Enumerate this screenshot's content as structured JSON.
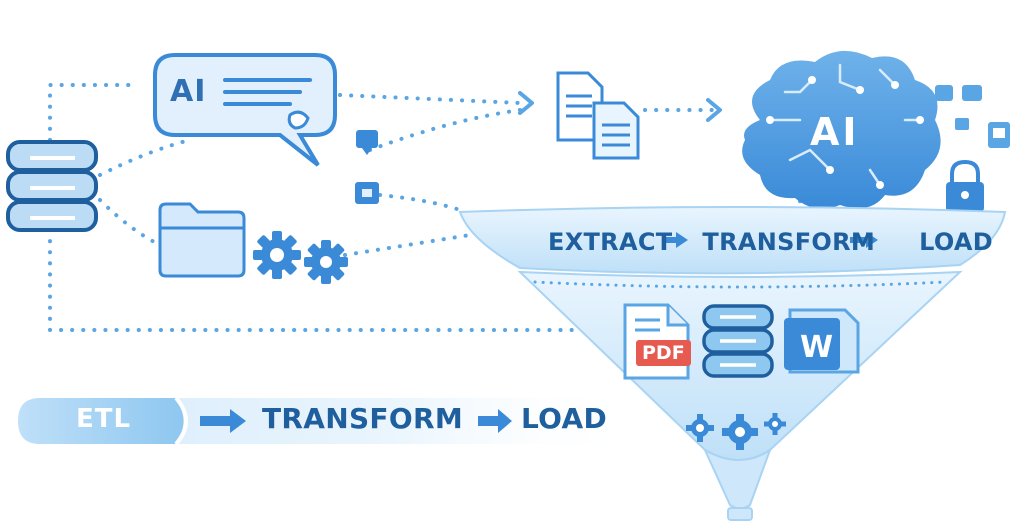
{
  "colors": {
    "primary": "#3a8ad8",
    "dark": "#1f5f9e",
    "light": "#d8ecfb",
    "pdf_red": "#e65a50"
  },
  "icons": [
    "database-icon",
    "speech-bubble-icon",
    "document-icon",
    "brain-icon",
    "folder-icon",
    "gear-icon",
    "lock-icon",
    "funnel-icon",
    "pdf-file-icon",
    "word-file-icon"
  ],
  "bubble": {
    "text": "AI"
  },
  "brain": {
    "text": "AI"
  },
  "funnel": {
    "title_extract": "EXTRACT",
    "title_transform": "TRANSFORM",
    "title_load": "LOAD",
    "pdf_label": "PDF",
    "word_label": "W"
  },
  "pipeline": {
    "etl": "ETL",
    "transform": "TRANSFORM",
    "load": "LOAD"
  }
}
